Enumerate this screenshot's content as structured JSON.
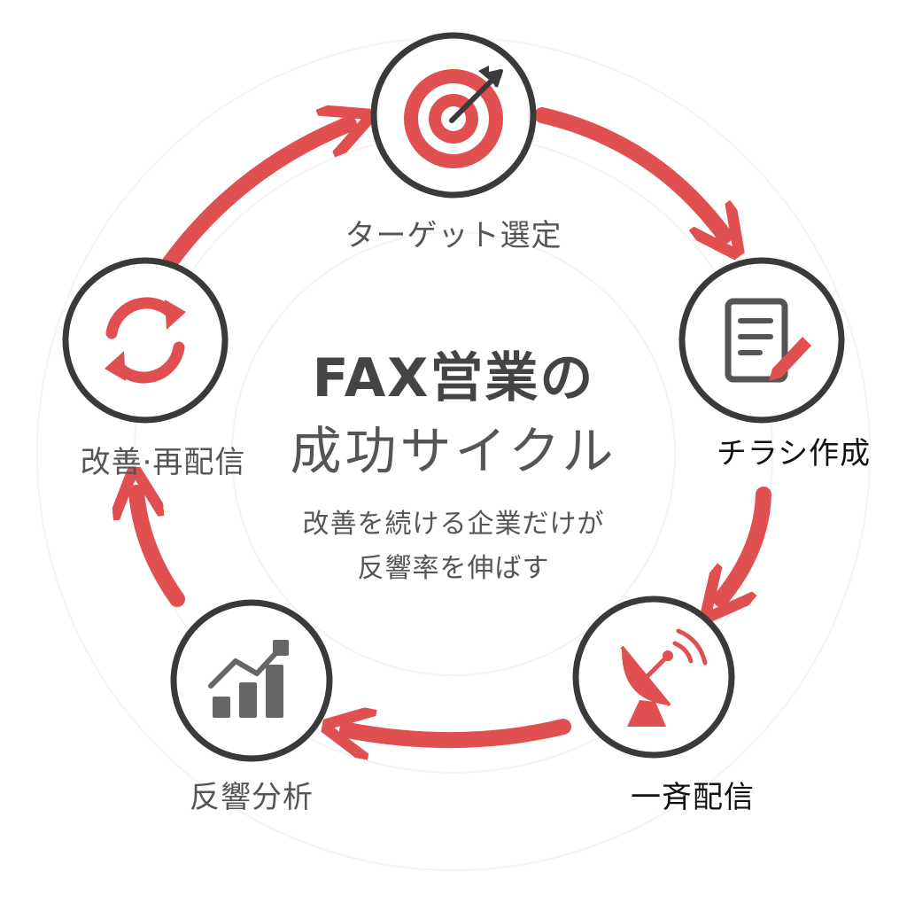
{
  "colors": {
    "accent": "#e05050",
    "outline": "#3a3a3a",
    "icon_gray": "#666666",
    "text_gray": "#555555",
    "text_dark": "#111111"
  },
  "title": {
    "line1": "FAX営業の",
    "line2": "成功サイクル"
  },
  "tagline": {
    "line1": "改善を続ける企業だけが",
    "line2": "反響率を伸ばす"
  },
  "steps": [
    {
      "label": "ターゲット選定",
      "icon": "target-icon"
    },
    {
      "label": "チラシ作成",
      "icon": "document-edit-icon"
    },
    {
      "label": "一斉配信",
      "icon": "satellite-dish-icon"
    },
    {
      "label": "反響分析",
      "icon": "bar-chart-trend-icon"
    },
    {
      "label": "改善·再配信",
      "icon": "refresh-icon"
    }
  ]
}
